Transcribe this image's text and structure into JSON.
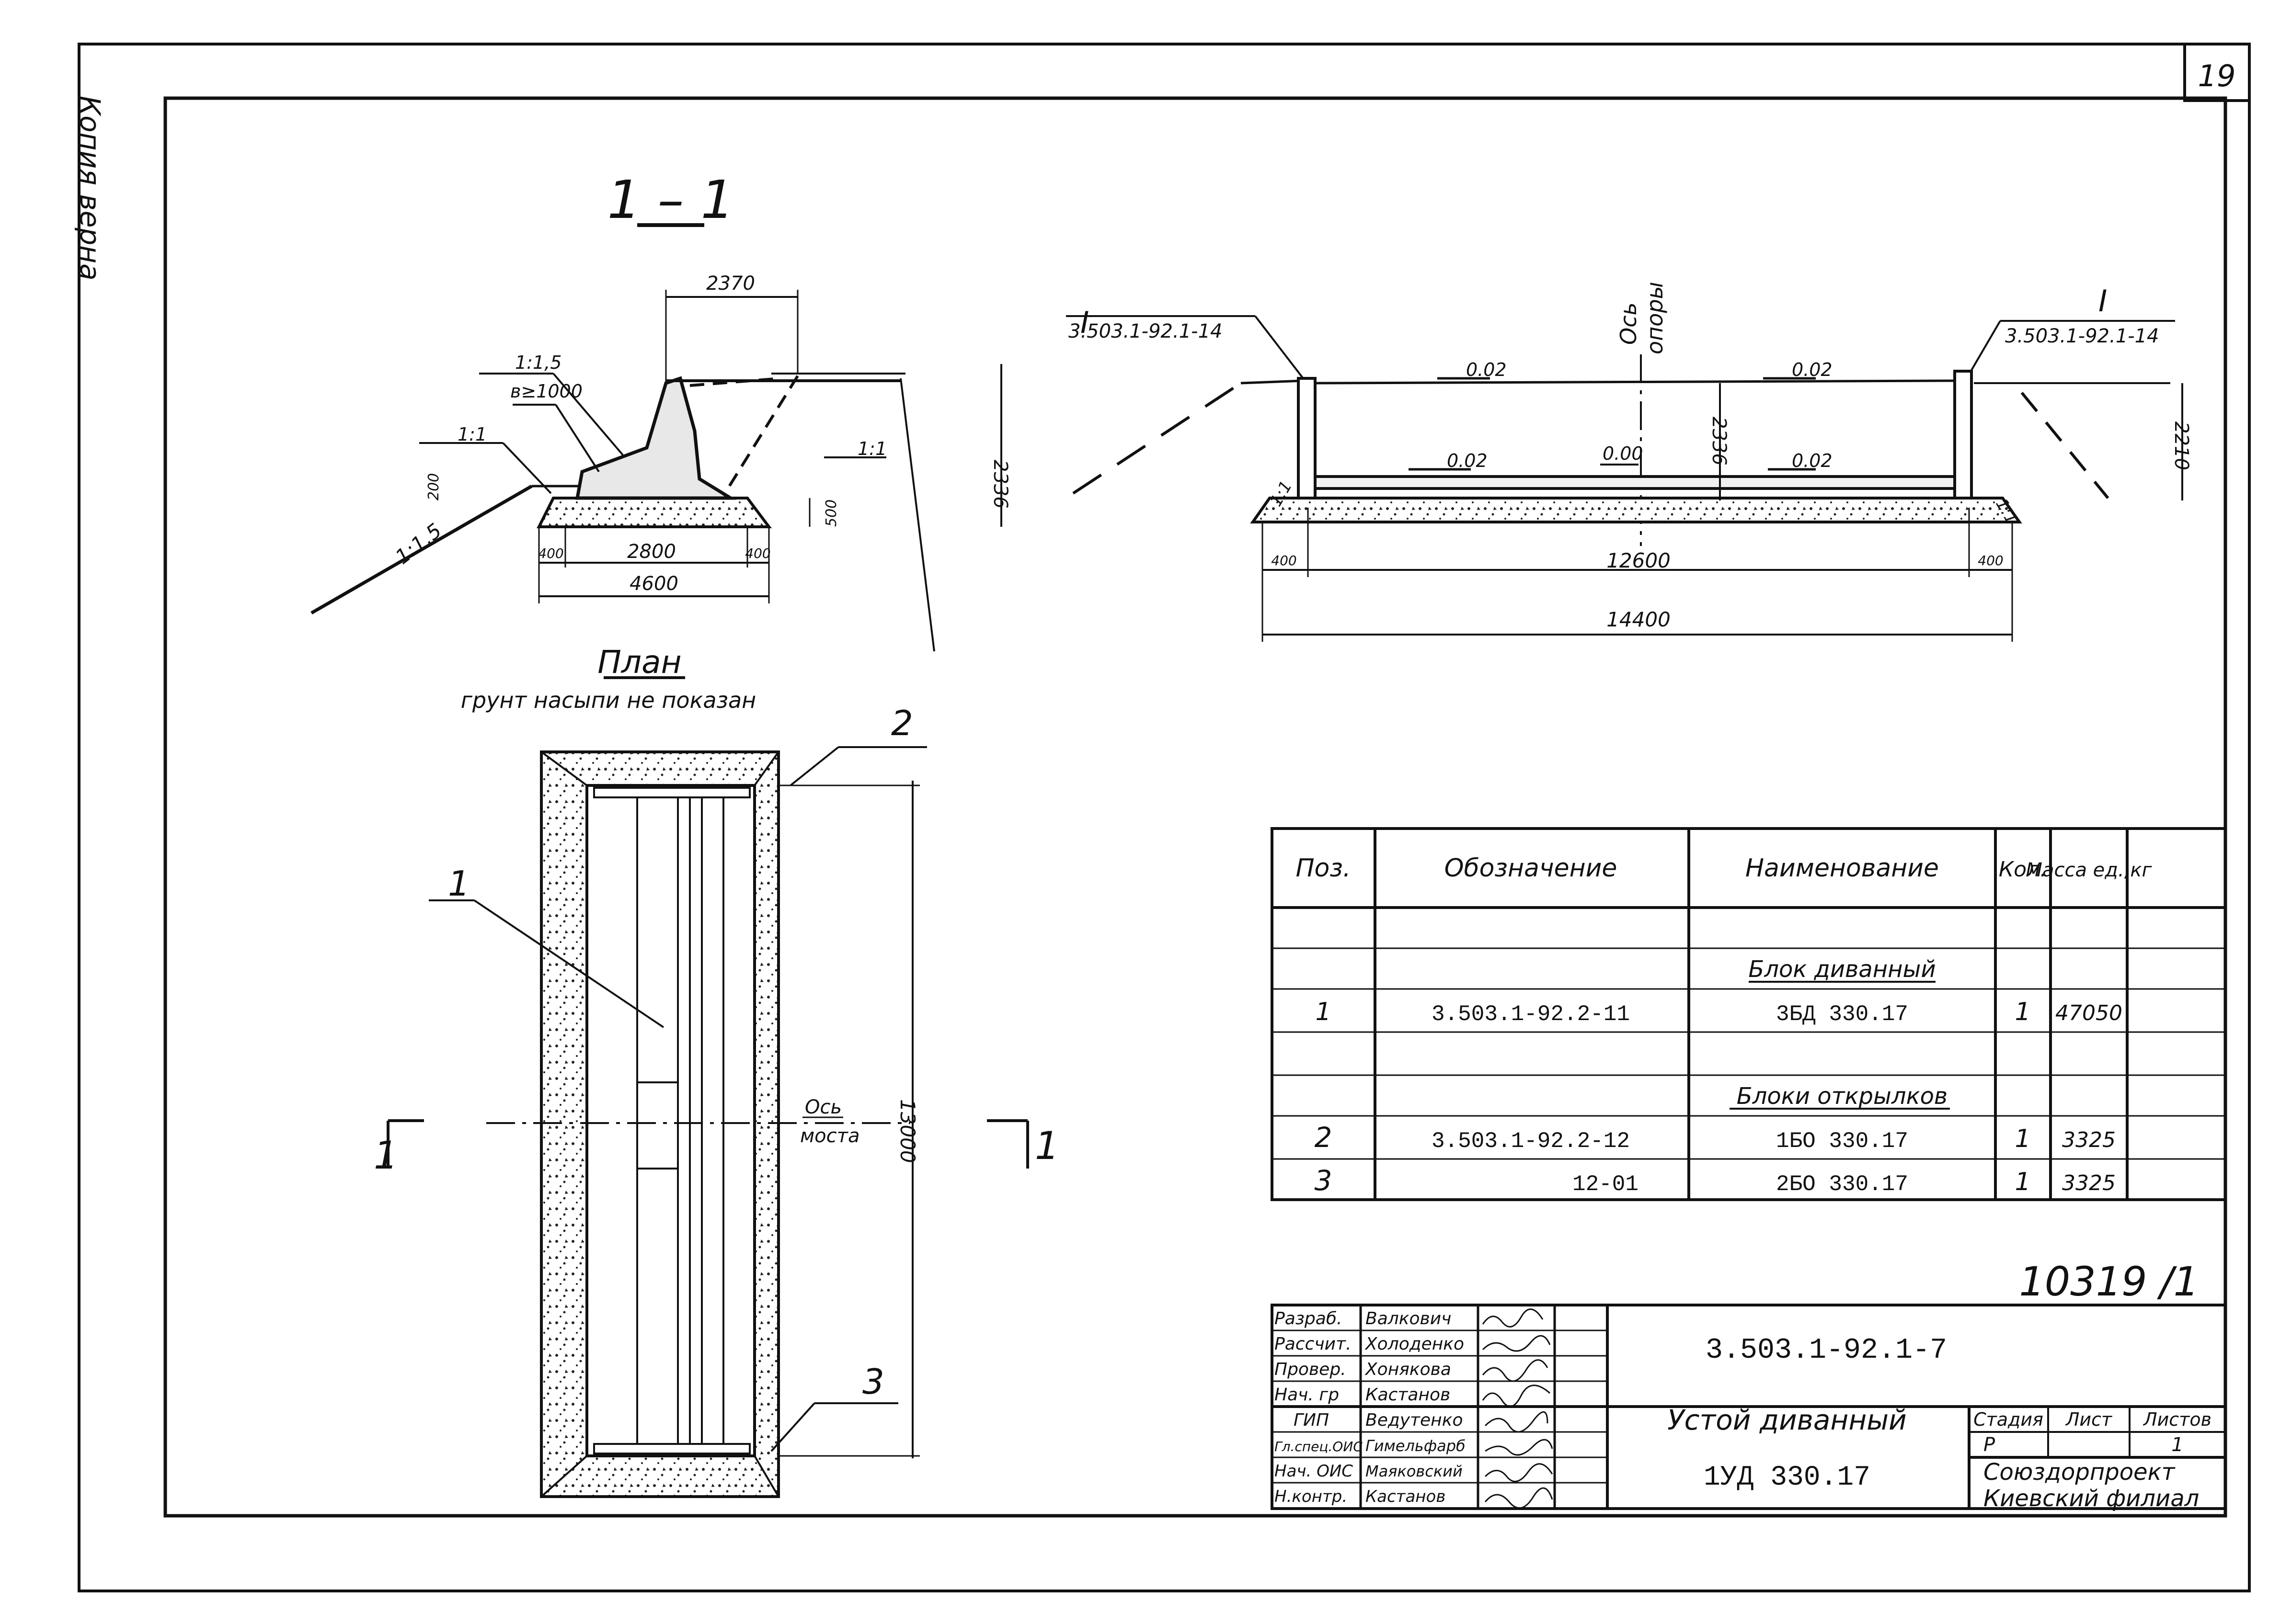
{
  "sheet_number": "19",
  "side_note": "Копия верна",
  "section": {
    "title": "1 – 1",
    "dims": {
      "top_width": "2370",
      "slope_top": "1:1,5",
      "b": "в≥1000",
      "slope_left": "1:1",
      "slope_right": "1:1",
      "embank_slope": "1:1,5",
      "h_left": "200",
      "h_right": "500",
      "height": "2336",
      "w_left": "400",
      "w_mid": "2800",
      "w_right": "400",
      "w_total": "4600"
    }
  },
  "elevation": {
    "axis_label_1": "Ось",
    "axis_label_2": "опоры",
    "ref_left_mark": "I",
    "ref_left": "3.503.1-92.1-14",
    "ref_right_mark": "I",
    "ref_right": "3.503.1-92.1-14",
    "slopes": [
      "0.02",
      "0.02",
      "0.02",
      "0.00",
      "0.02"
    ],
    "height_mid": "2336",
    "height_right": "2210",
    "slope_l": "1:1",
    "slope_r": "1:1",
    "w_left": "400",
    "w_mid": "12600",
    "w_right": "400",
    "w_total": "14400"
  },
  "plan": {
    "title": "План",
    "subtitle": "грунт насыпи не показан",
    "callout_1": "1",
    "callout_2": "2",
    "callout_3": "3",
    "axis_1": "Ось",
    "axis_2": "моста",
    "length": "13000",
    "section_mark_left": "1",
    "section_mark_right": "1"
  },
  "spec_table": {
    "headers": [
      "Поз.",
      "Обозначение",
      "Наименование",
      "Кол.",
      "Масса ед.,кг"
    ],
    "rows": [
      {
        "pos": "",
        "code": "",
        "name": "Блок диванный",
        "qty": "",
        "mass": "",
        "group": true
      },
      {
        "pos": "1",
        "code": "3.503.1-92.2-11",
        "name": "3БД 330.17",
        "qty": "1",
        "mass": "47050",
        "group": false
      },
      {
        "pos": "",
        "code": "",
        "name": "Блоки открылков",
        "qty": "",
        "mass": "",
        "group": true
      },
      {
        "pos": "2",
        "code": "3.503.1-92.2-12",
        "name": "1БО 330.17",
        "qty": "1",
        "mass": "3325",
        "group": false
      },
      {
        "pos": "3",
        "code": "12-01",
        "name": "2БО 330.17",
        "qty": "1",
        "mass": "3325",
        "group": false
      }
    ]
  },
  "inventory_number": "10319 /1",
  "title_block": {
    "people": [
      {
        "role": "Разраб.",
        "name": "Валкович"
      },
      {
        "role": "Рассчит.",
        "name": "Холоденко"
      },
      {
        "role": "Провер.",
        "name": "Хонякова"
      },
      {
        "role": "Нач. гр",
        "name": "Кастанов"
      },
      {
        "role": "ГИП",
        "name": "Ведутенко"
      },
      {
        "role": "Гл.спец.ОИС",
        "name": "Гимельфарб"
      },
      {
        "role": "Нач. ОИС",
        "name": "Маяковский"
      },
      {
        "role": "Н.контр.",
        "name": "Кастанов"
      }
    ],
    "doc_code": "3.503.1-92.1-7",
    "title_line1": "Устой диванный",
    "title_line2": "1УД 330.17",
    "stage_label": "Стадия",
    "sheet_label": "Лист",
    "sheets_label": "Листов",
    "stage": "Р",
    "sheet": "",
    "sheets": "1",
    "org_line1": "Союздорпроект",
    "org_line2": "Киевский филиал"
  }
}
